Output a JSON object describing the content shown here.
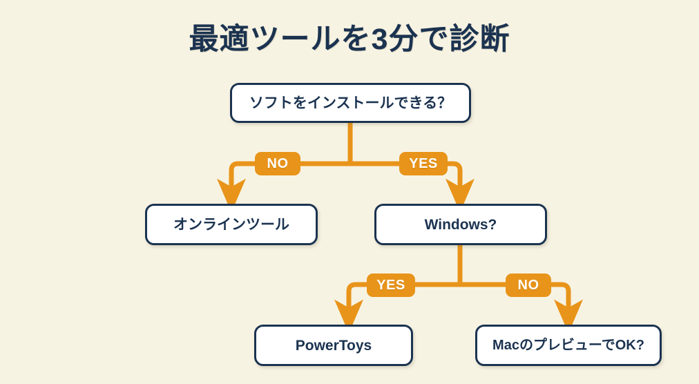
{
  "page": {
    "title": "最適ツールを3分で診断",
    "background_color": "#f7f3e3",
    "node_border_color": "#1b3350",
    "node_fill_color": "#ffffff",
    "accent_color": "#e8941a",
    "text_color": "#1b3350"
  },
  "chart_data": {
    "type": "diagram",
    "title": "最適ツールを3分で診断",
    "nodes": [
      {
        "id": "root",
        "label": "ソフトをインストールできる？",
        "kind": "decision",
        "level": 0
      },
      {
        "id": "online",
        "label": "オンラインツール",
        "kind": "result",
        "level": 1
      },
      {
        "id": "windows",
        "label": "Windows?",
        "kind": "decision",
        "level": 1
      },
      {
        "id": "powertoys",
        "label": "PowerToys",
        "kind": "result",
        "level": 2
      },
      {
        "id": "mac",
        "label": "MacのプレビューでOK?",
        "kind": "result",
        "level": 2
      }
    ],
    "edges": [
      {
        "from": "root",
        "to": "online",
        "label": "NO"
      },
      {
        "from": "root",
        "to": "windows",
        "label": "YES"
      },
      {
        "from": "windows",
        "to": "powertoys",
        "label": "YES"
      },
      {
        "from": "windows",
        "to": "mac",
        "label": "NO"
      }
    ]
  },
  "nodes": {
    "root": {
      "label": "ソフトをインストールできる？"
    },
    "online": {
      "label": "オンラインツール"
    },
    "windows": {
      "label": "Windows?"
    },
    "powertoys": {
      "label": "PowerToys"
    },
    "mac": {
      "label": "MacのプレビューでOK?"
    }
  },
  "edge_labels": {
    "root_no": "NO",
    "root_yes": "YES",
    "windows_yes": "YES",
    "windows_no": "NO"
  }
}
